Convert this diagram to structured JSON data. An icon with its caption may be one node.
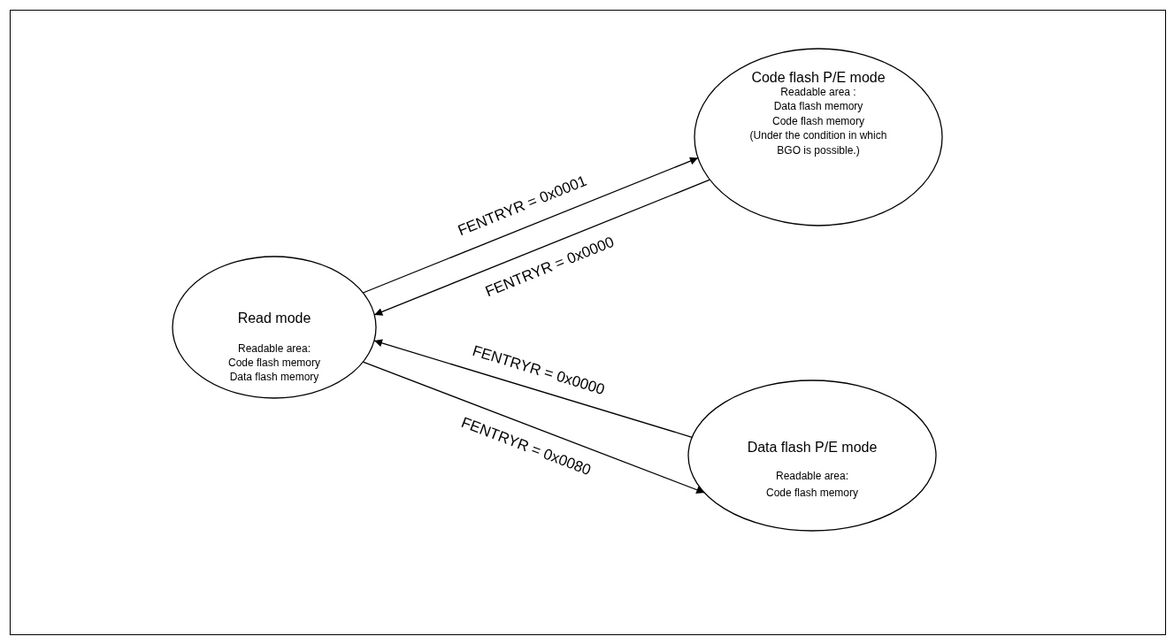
{
  "diagram": {
    "nodes": [
      {
        "text": [
          "Read mode",
          "Readable area:",
          "Code flash memory",
          "Data flash memory"
        ]
      },
      {
        "text": [
          "Code flash P/E mode",
          "Readable area :",
          "Data flash memory",
          "Code flash memory",
          "(Under the condition in which BGO is possible.)"
        ]
      },
      {
        "text": [
          "Data flash P/E mode",
          "Readable area:",
          "Code flash memory"
        ]
      }
    ],
    "edges": [
      {
        "from": 0,
        "to": 1,
        "arrow": "to",
        "label": "FENTRYR = 0x0001"
      },
      {
        "from": 1,
        "to": 0,
        "arrow": "to",
        "label": "FENTRYR = 0x0000"
      },
      {
        "from": 2,
        "to": 0,
        "arrow": "to",
        "label": "FENTRYR = 0x0000"
      },
      {
        "from": 0,
        "to": 2,
        "arrow": "to",
        "label": "FENTRYR = 0x0080"
      }
    ]
  }
}
